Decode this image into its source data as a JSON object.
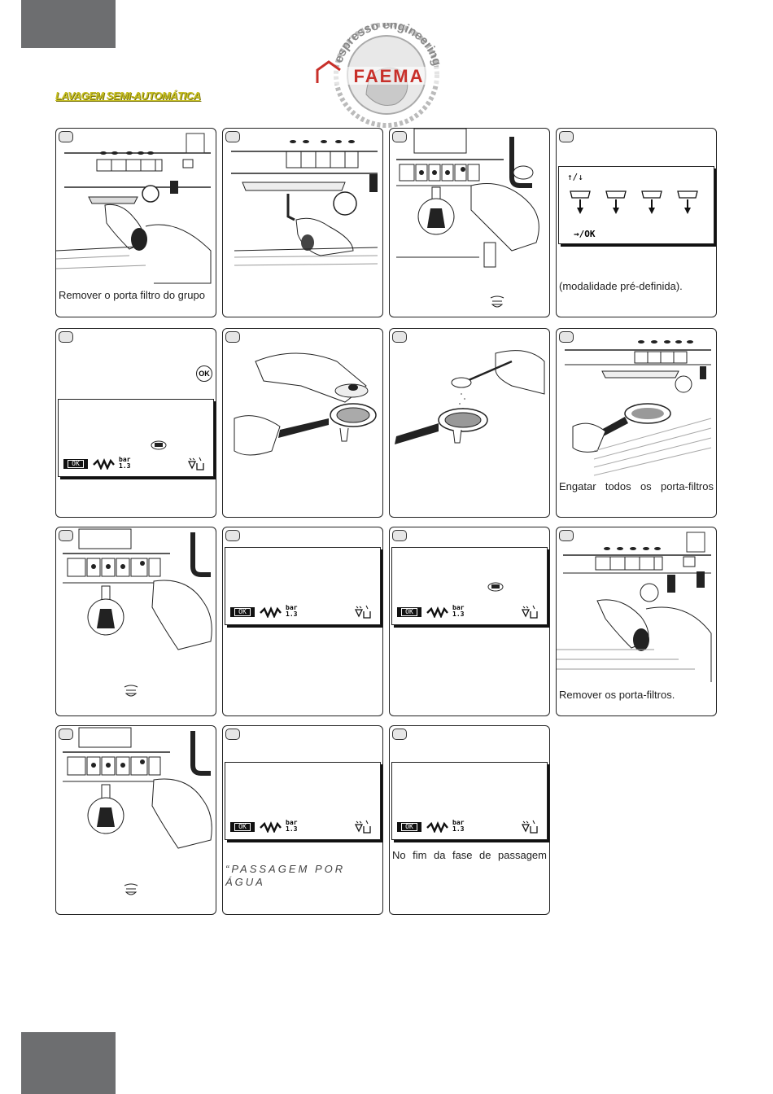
{
  "header": {
    "heading": "LAVAGEM SEMI-AUTOMÁTICA",
    "logo_arc_text": "espresso engineering",
    "logo_brand": "FAEMA"
  },
  "colors": {
    "corner_gray": "#6d6e70",
    "heading_yellow": "#c8c020",
    "logo_red": "#c8302a"
  },
  "panels": [
    {
      "id": 1,
      "caption": "Remover o porta filtro do grupo"
    },
    {
      "id": 2,
      "caption": ""
    },
    {
      "id": 3,
      "caption": ""
    },
    {
      "id": 4,
      "caption": "(modalidade pré-definida).",
      "screen_top": "↑/↓",
      "screen_bottom": "→/OK"
    },
    {
      "id": 5,
      "caption": "",
      "ok_symbol": "OK"
    },
    {
      "id": 6,
      "caption": ""
    },
    {
      "id": 7,
      "caption": ""
    },
    {
      "id": 8,
      "caption": "Engatar todos os porta-filtros"
    },
    {
      "id": 9,
      "caption": ""
    },
    {
      "id": 10,
      "caption": ""
    },
    {
      "id": 11,
      "caption": ""
    },
    {
      "id": 12,
      "caption": "Remover os porta-filtros."
    },
    {
      "id": 13,
      "caption": ""
    },
    {
      "id": 14,
      "caption": "“PASSAGEM POR ÁGUA"
    },
    {
      "id": 15,
      "caption": "No fim da fase de passagem"
    }
  ],
  "display_bar": {
    "ok_label": "OK",
    "bar_unit": "bar",
    "bar_value": "1.3"
  }
}
